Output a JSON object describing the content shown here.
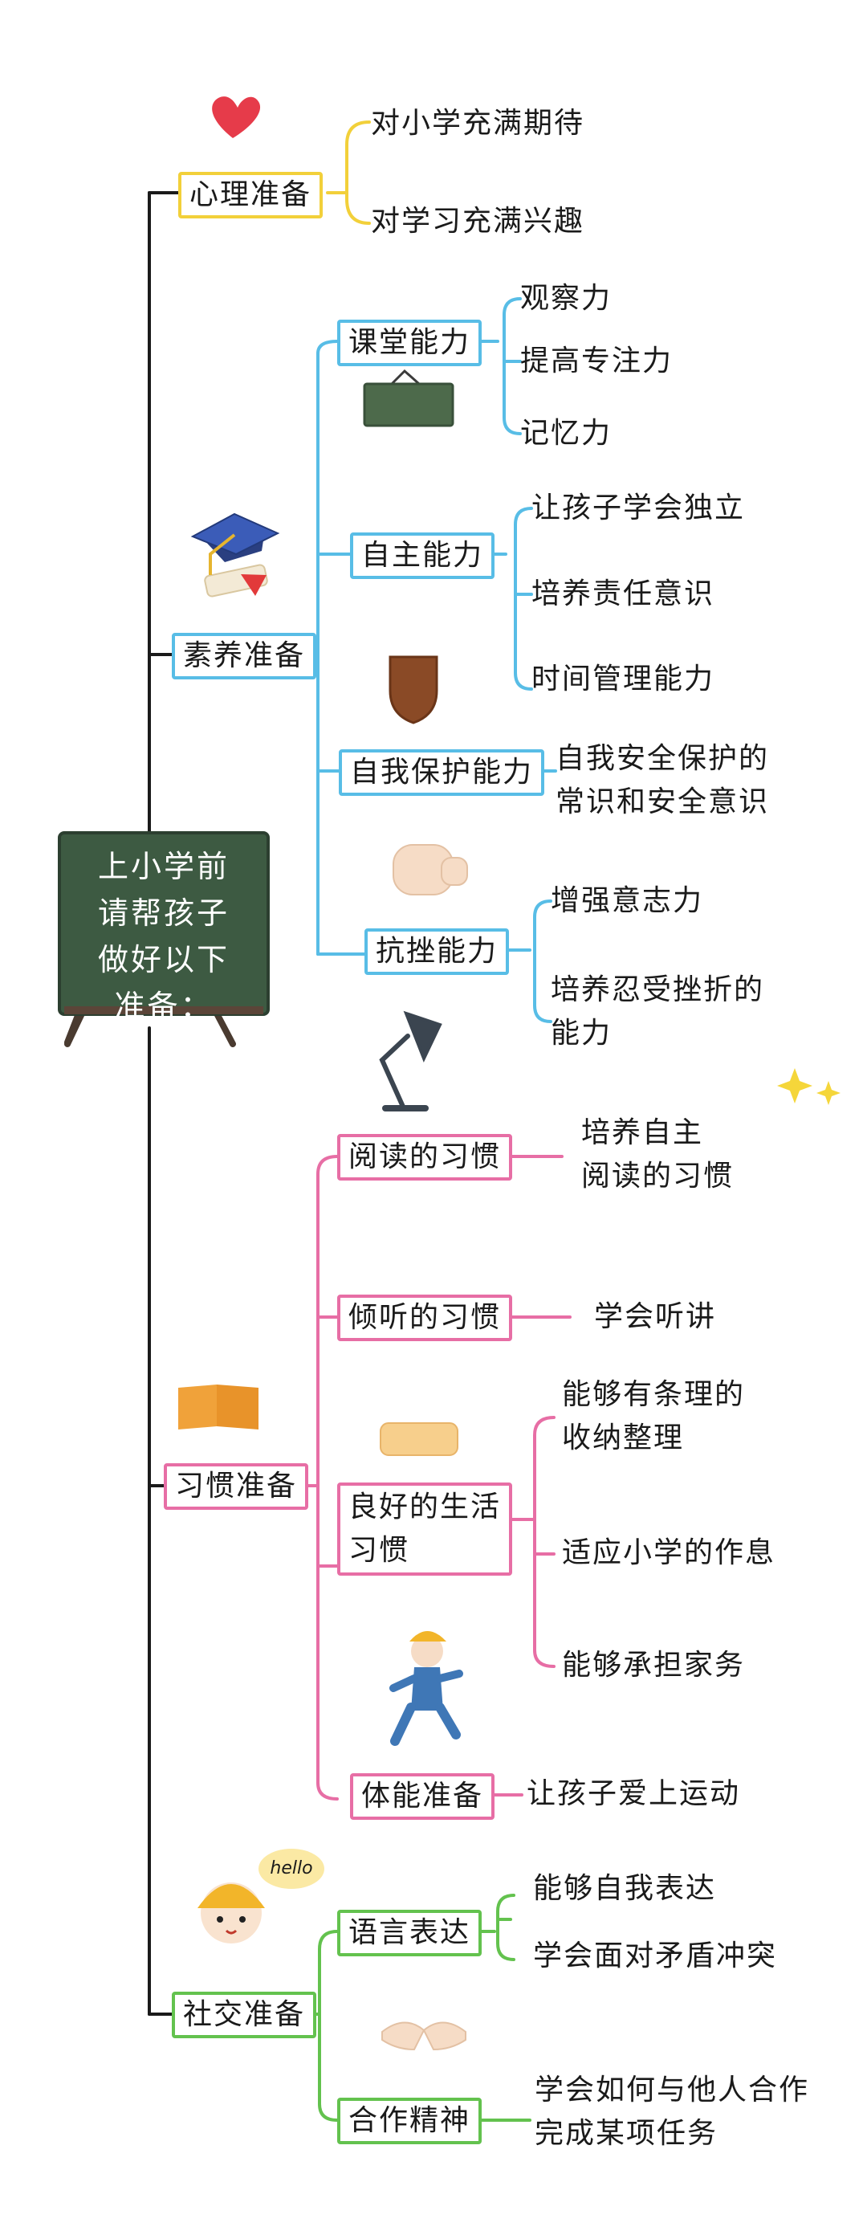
{
  "root": {
    "title": "上小学前\n请帮孩子\n做好以下\n准备："
  },
  "colors": {
    "yellow": "#f2d03a",
    "blue": "#58bde6",
    "pink": "#e76ea5",
    "green": "#63c24e",
    "board": "#3d5a42",
    "spine": "#1a1a1a"
  },
  "sections": {
    "psych": {
      "label": "心理准备",
      "leaves": [
        "对小学充满期待",
        "对学习充满兴趣"
      ]
    },
    "quality": {
      "label": "素养准备",
      "children": [
        {
          "label": "课堂能力",
          "leaves": [
            "观察力",
            "提高专注力",
            "记忆力"
          ]
        },
        {
          "label": "自主能力",
          "leaves": [
            "让孩子学会独立",
            "培养责任意识",
            "时间管理能力"
          ]
        },
        {
          "label": "自我保护能力",
          "leaves": [
            "自我安全保护的\n常识和安全意识"
          ]
        },
        {
          "label": "抗挫能力",
          "leaves": [
            "增强意志力",
            "培养忍受挫折的\n能力"
          ]
        }
      ]
    },
    "habit": {
      "label": "习惯准备",
      "children": [
        {
          "label": "阅读的习惯",
          "leaves": [
            "培养自主\n阅读的习惯"
          ]
        },
        {
          "label": "倾听的习惯",
          "leaves": [
            "学会听讲"
          ]
        },
        {
          "label": "良好的生活\n习惯",
          "leaves": [
            "能够有条理的\n收纳整理",
            "适应小学的作息",
            "能够承担家务"
          ]
        },
        {
          "label": "体能准备",
          "leaves": [
            "让孩子爱上运动"
          ]
        }
      ]
    },
    "social": {
      "label": "社交准备",
      "children": [
        {
          "label": "语言表达",
          "leaves": [
            "能够自我表达",
            "学会面对矛盾冲突"
          ]
        },
        {
          "label": "合作精神",
          "leaves": [
            "学会如何与他人合作\n完成某项任务"
          ]
        }
      ]
    }
  },
  "decor": {
    "hello": "hello",
    "icons": [
      "heart-icon",
      "graduation-cap-icon",
      "chalkboard-icon",
      "shield-icon",
      "fist-icon",
      "desk-lamp-icon",
      "sparkle-icon",
      "book-icon",
      "folded-cloth-icon",
      "running-child-icon",
      "child-face-icon",
      "handshake-icon"
    ]
  }
}
